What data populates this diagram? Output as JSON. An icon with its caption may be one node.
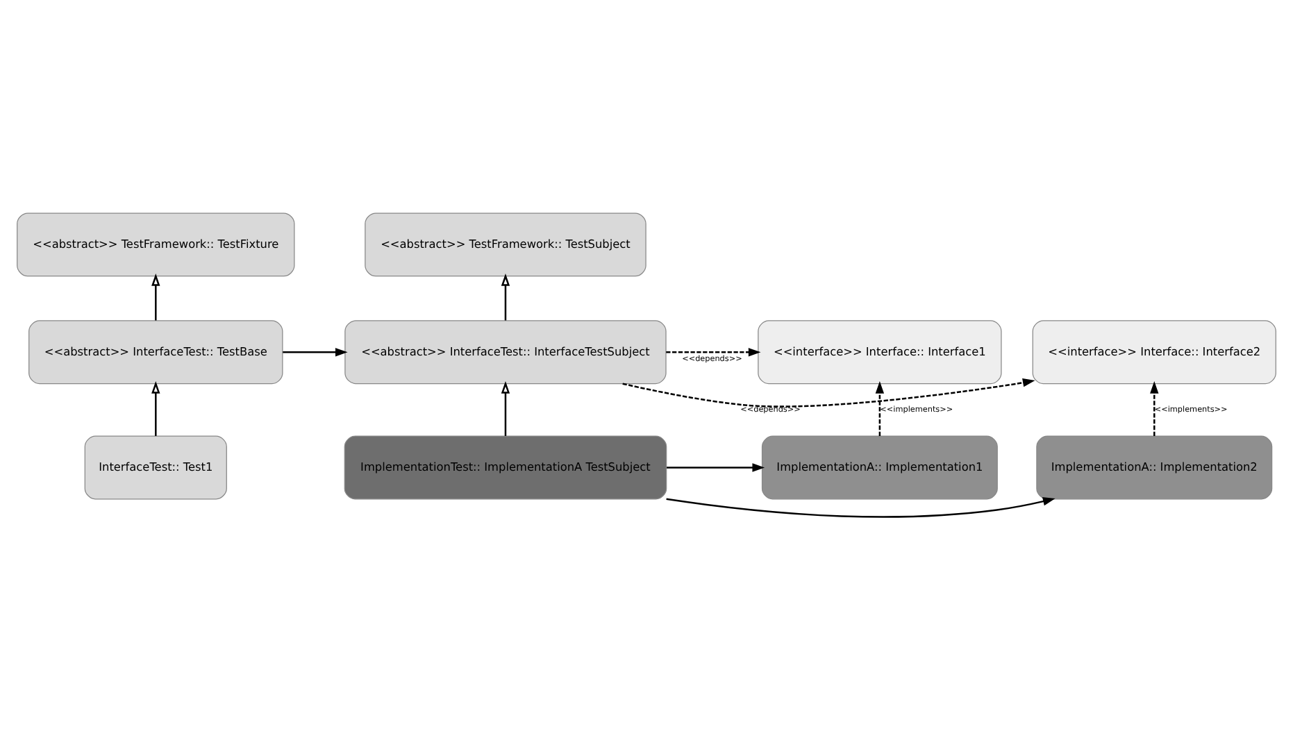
{
  "diagram": {
    "nodes": [
      {
        "text": [
          "<<abstract>> TestFramework:: TestFixture"
        ]
      },
      {
        "text": [
          "<<abstract>> TestFramework:: TestSubject"
        ]
      },
      {
        "text": [
          "<<abstract>> InterfaceTest:: TestBase"
        ]
      },
      {
        "text": [
          "<<abstract>> InterfaceTest:: InterfaceTestSubject"
        ]
      },
      {
        "text": [
          "<<interface>> Interface:: Interface1"
        ]
      },
      {
        "text": [
          "<<interface>> Interface:: Interface2"
        ]
      },
      {
        "text": [
          "InterfaceTest:: Test1"
        ]
      },
      {
        "text": [
          "ImplementationTest:: ImplementationA TestSubject"
        ]
      },
      {
        "text": [
          "ImplementationA:: Implementation1"
        ]
      },
      {
        "text": [
          "ImplementationA:: Implementation2"
        ]
      }
    ],
    "edges": [
      {
        "from": 2,
        "to": 0,
        "arrow": "to"
      },
      {
        "from": 3,
        "to": 1,
        "arrow": "to"
      },
      {
        "from": 2,
        "to": 3,
        "arrow": "to"
      },
      {
        "from": 3,
        "to": 5,
        "arrow": "to",
        "label": "<<depends>>",
        "style": "dashed"
      },
      {
        "from": 3,
        "to": 4,
        "arrow": "to",
        "label": "<<depends>>",
        "style": "dashed"
      },
      {
        "from": 6,
        "to": 2,
        "arrow": "to"
      },
      {
        "from": 7,
        "to": 3,
        "arrow": "to"
      },
      {
        "from": 8,
        "to": 4,
        "arrow": "to",
        "label": "<<implements>>",
        "style": "dashed"
      },
      {
        "from": 9,
        "to": 5,
        "arrow": "to",
        "label": "<<implements>>",
        "style": "dashed"
      },
      {
        "from": 7,
        "to": 8,
        "arrow": "to"
      },
      {
        "from": 7,
        "to": 9,
        "arrow": "to"
      }
    ]
  }
}
